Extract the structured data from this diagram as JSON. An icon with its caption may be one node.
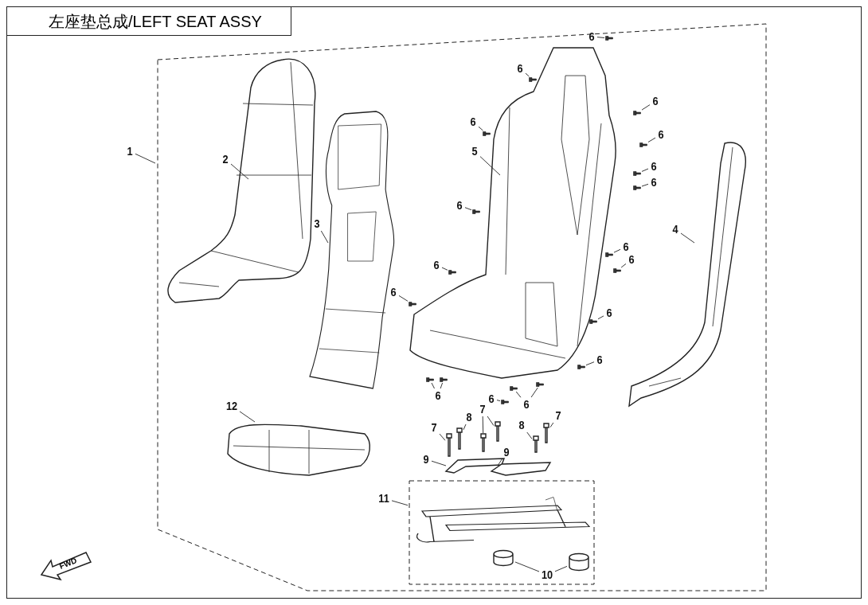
{
  "diagram": {
    "title": "左座垫总成/LEFT SEAT ASSY",
    "nodes": [
      {
        "text": [],
        "shape": "box"
      },
      {
        "text": [
          "1"
        ]
      },
      {
        "text": [],
        "shape": "picture",
        "in": 0
      },
      {
        "text": [
          "2"
        ],
        "in": 0
      },
      {
        "text": [],
        "shape": "picture",
        "in": 0
      },
      {
        "text": [
          "3"
        ],
        "in": 0
      },
      {
        "text": [],
        "shape": "picture",
        "in": 0
      },
      {
        "text": [
          "5"
        ],
        "in": 0
      },
      {
        "text": [],
        "shape": "picture",
        "in": 0
      },
      {
        "text": [
          "4"
        ],
        "in": 0
      },
      {
        "text": [],
        "shape": "picture",
        "in": 0
      },
      {
        "text": [
          "12"
        ],
        "in": 0
      },
      {
        "text": [],
        "shape": "picture",
        "in": 0
      },
      {
        "text": [],
        "shape": "picture",
        "in": 0
      },
      {
        "text": [
          "9"
        ],
        "in": 0
      },
      {
        "text": [
          "9"
        ],
        "in": 0
      },
      {
        "text": [],
        "shape": "box",
        "in": 0
      },
      {
        "text": [],
        "shape": "picture",
        "in": 16
      },
      {
        "text": [
          "11"
        ],
        "in": 0
      },
      {
        "text": [],
        "shape": "picture",
        "in": 16
      },
      {
        "text": [],
        "shape": "picture",
        "in": 16
      },
      {
        "text": [
          "10"
        ],
        "in": 16
      },
      {
        "text": [],
        "shape": "picture",
        "in": 0
      },
      {
        "text": [],
        "shape": "picture",
        "in": 0
      },
      {
        "text": [],
        "shape": "picture",
        "in": 0
      },
      {
        "text": [],
        "shape": "picture",
        "in": 0
      },
      {
        "text": [],
        "shape": "picture",
        "in": 0
      },
      {
        "text": [],
        "shape": "picture",
        "in": 0
      },
      {
        "text": [
          "7"
        ],
        "in": 0
      },
      {
        "text": [
          "8"
        ],
        "in": 0
      },
      {
        "text": [
          "7"
        ],
        "in": 0
      },
      {
        "text": [
          "8"
        ],
        "in": 0
      },
      {
        "text": [
          "7"
        ],
        "in": 0
      },
      {
        "text": [
          "6"
        ],
        "in": 0
      },
      {
        "text": [
          "6"
        ],
        "in": 0
      },
      {
        "text": [
          "6"
        ],
        "in": 0
      },
      {
        "text": [
          "6"
        ],
        "in": 0
      },
      {
        "text": [
          "6"
        ],
        "in": 0
      },
      {
        "text": [
          "6"
        ],
        "in": 0
      },
      {
        "text": [
          "6"
        ],
        "in": 0
      },
      {
        "text": [
          "6"
        ],
        "in": 0
      },
      {
        "text": [
          "6"
        ],
        "in": 0
      },
      {
        "text": [
          "6"
        ],
        "in": 0
      },
      {
        "text": [
          "6"
        ],
        "in": 0
      },
      {
        "text": [
          "6"
        ],
        "in": 0
      },
      {
        "text": [
          "6"
        ],
        "in": 0
      },
      {
        "text": [
          "6"
        ],
        "in": 0
      },
      {
        "text": [
          "6"
        ],
        "in": 0
      },
      {
        "text": [
          "6"
        ],
        "in": 0
      },
      {
        "text": [
          "6"
        ],
        "in": 0
      },
      {
        "text": [],
        "shape": "picture",
        "in": 0
      },
      {
        "text": [],
        "shape": "picture",
        "in": 0
      },
      {
        "text": [],
        "shape": "picture",
        "in": 0
      },
      {
        "text": [],
        "shape": "picture",
        "in": 0
      },
      {
        "text": [],
        "shape": "picture",
        "in": 0
      },
      {
        "text": [],
        "shape": "picture",
        "in": 0
      },
      {
        "text": [],
        "shape": "picture",
        "in": 0
      },
      {
        "text": [],
        "shape": "picture",
        "in": 0
      },
      {
        "text": [],
        "shape": "picture",
        "in": 0
      },
      {
        "text": [],
        "shape": "picture",
        "in": 0
      },
      {
        "text": [],
        "shape": "picture",
        "in": 0
      },
      {
        "text": [],
        "shape": "picture",
        "in": 0
      },
      {
        "text": [],
        "shape": "picture",
        "in": 0
      },
      {
        "text": [],
        "shape": "picture",
        "in": 0
      },
      {
        "text": [],
        "shape": "picture",
        "in": 0
      },
      {
        "text": [],
        "shape": "picture",
        "in": 0
      },
      {
        "text": [],
        "shape": "picture",
        "in": 0
      },
      {
        "text": [],
        "shape": "picture",
        "in": 0
      },
      {
        "text": [],
        "shape": "picture",
        "in": 0
      }
    ],
    "edges": [
      {
        "from": 1,
        "to": 0,
        "arrow": "none"
      },
      {
        "from": 3,
        "to": 2,
        "arrow": "none"
      },
      {
        "from": 5,
        "to": 4,
        "arrow": "none"
      },
      {
        "from": 7,
        "to": 6,
        "arrow": "none"
      },
      {
        "from": 9,
        "to": 8,
        "arrow": "none"
      },
      {
        "from": 11,
        "to": 10,
        "arrow": "none"
      },
      {
        "from": 14,
        "to": 12,
        "arrow": "none"
      },
      {
        "from": 15,
        "to": 13,
        "arrow": "none"
      },
      {
        "from": 18,
        "to": 16,
        "arrow": "none"
      },
      {
        "from": 21,
        "to": 19,
        "arrow": "none"
      },
      {
        "from": 21,
        "to": 20,
        "arrow": "none"
      },
      {
        "from": 28,
        "to": 22,
        "arrow": "none"
      },
      {
        "from": 29,
        "to": 23,
        "arrow": "none"
      },
      {
        "from": 30,
        "to": 24,
        "arrow": "none"
      },
      {
        "from": 30,
        "to": 25,
        "arrow": "none"
      },
      {
        "from": 31,
        "to": 26,
        "arrow": "none"
      },
      {
        "from": 32,
        "to": 27,
        "arrow": "none"
      },
      {
        "from": 33,
        "to": 50,
        "arrow": "none"
      },
      {
        "from": 34,
        "to": 51,
        "arrow": "none"
      },
      {
        "from": 35,
        "to": 52,
        "arrow": "none"
      },
      {
        "from": 36,
        "to": 53,
        "arrow": "none"
      },
      {
        "from": 37,
        "to": 54,
        "arrow": "none"
      },
      {
        "from": 38,
        "to": 55,
        "arrow": "none"
      },
      {
        "from": 39,
        "to": 56,
        "arrow": "none"
      },
      {
        "from": 40,
        "to": 57,
        "arrow": "none"
      },
      {
        "from": 41,
        "to": 58,
        "arrow": "none"
      },
      {
        "from": 42,
        "to": 59,
        "arrow": "none"
      },
      {
        "from": 43,
        "to": 60,
        "arrow": "none"
      },
      {
        "from": 44,
        "to": 61,
        "arrow": "none"
      },
      {
        "from": 45,
        "to": 62,
        "arrow": "none"
      },
      {
        "from": 46,
        "to": 63,
        "arrow": "none"
      },
      {
        "from": 47,
        "to": 64,
        "arrow": "none"
      },
      {
        "from": 47,
        "to": 65,
        "arrow": "none"
      },
      {
        "from": 48,
        "to": 66,
        "arrow": "none"
      },
      {
        "from": 49,
        "to": 67,
        "arrow": "none"
      },
      {
        "from": 49,
        "to": 68,
        "arrow": "none"
      }
    ],
    "labels": [
      "FWD"
    ]
  }
}
